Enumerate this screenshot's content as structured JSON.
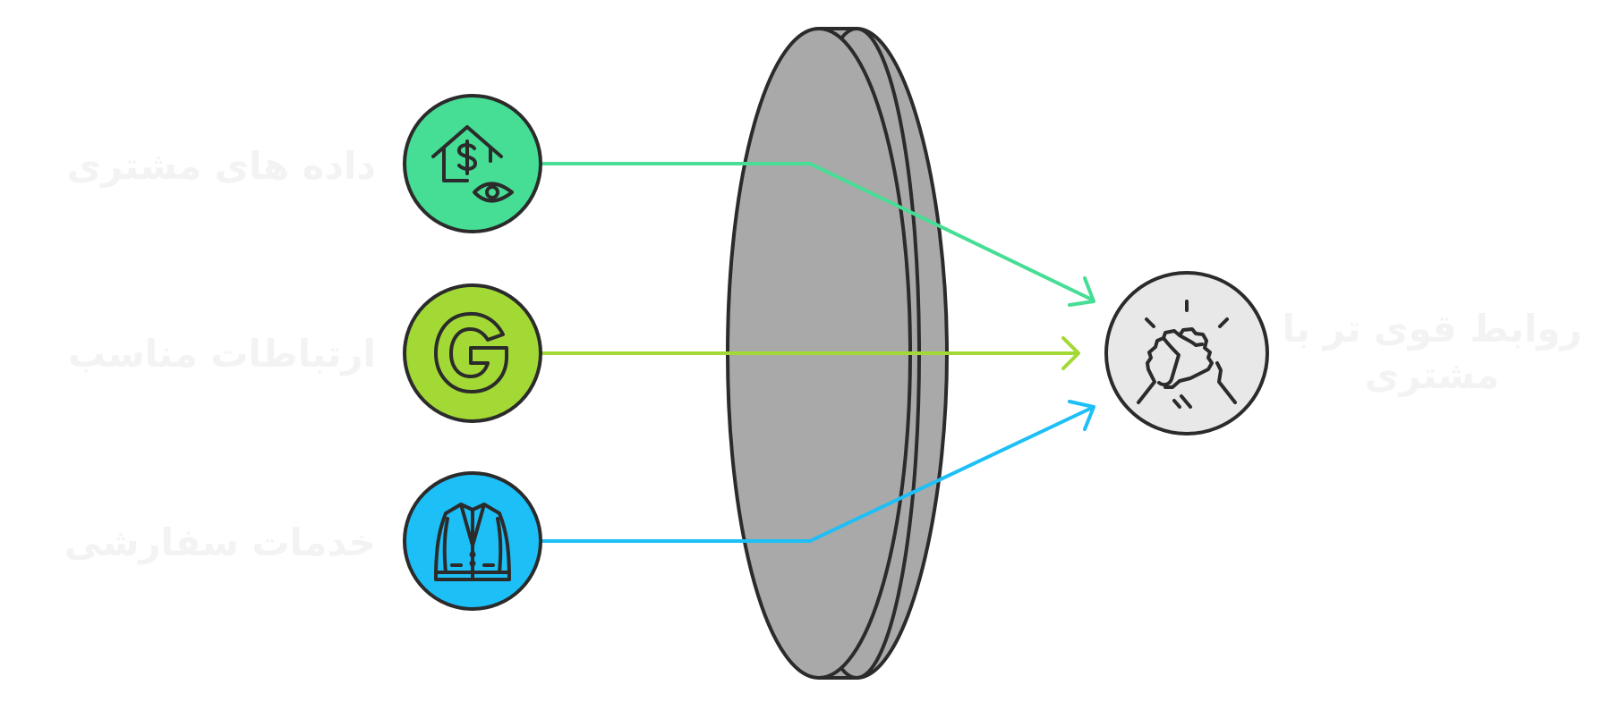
{
  "labels": {
    "customer_data": "داده های مشتری",
    "communications": "ارتباطات مناسب",
    "custom_services": "خدمات سفارشی",
    "result": "روابط قوی تر با مشتری"
  },
  "icons": {
    "input1": "house-dollar-eye-icon",
    "input2": "letter-g-icon",
    "input3": "jacket-icon",
    "output": "handshake-icon"
  },
  "colors": {
    "customer_data": "#45DE94",
    "communications": "#A3D935",
    "custom_services": "#1DBFF7",
    "lens": "#A9A9A9",
    "result_circle": "#E8E8E8",
    "outline": "#2B2B2B",
    "label_text": "#F3F3F3"
  }
}
